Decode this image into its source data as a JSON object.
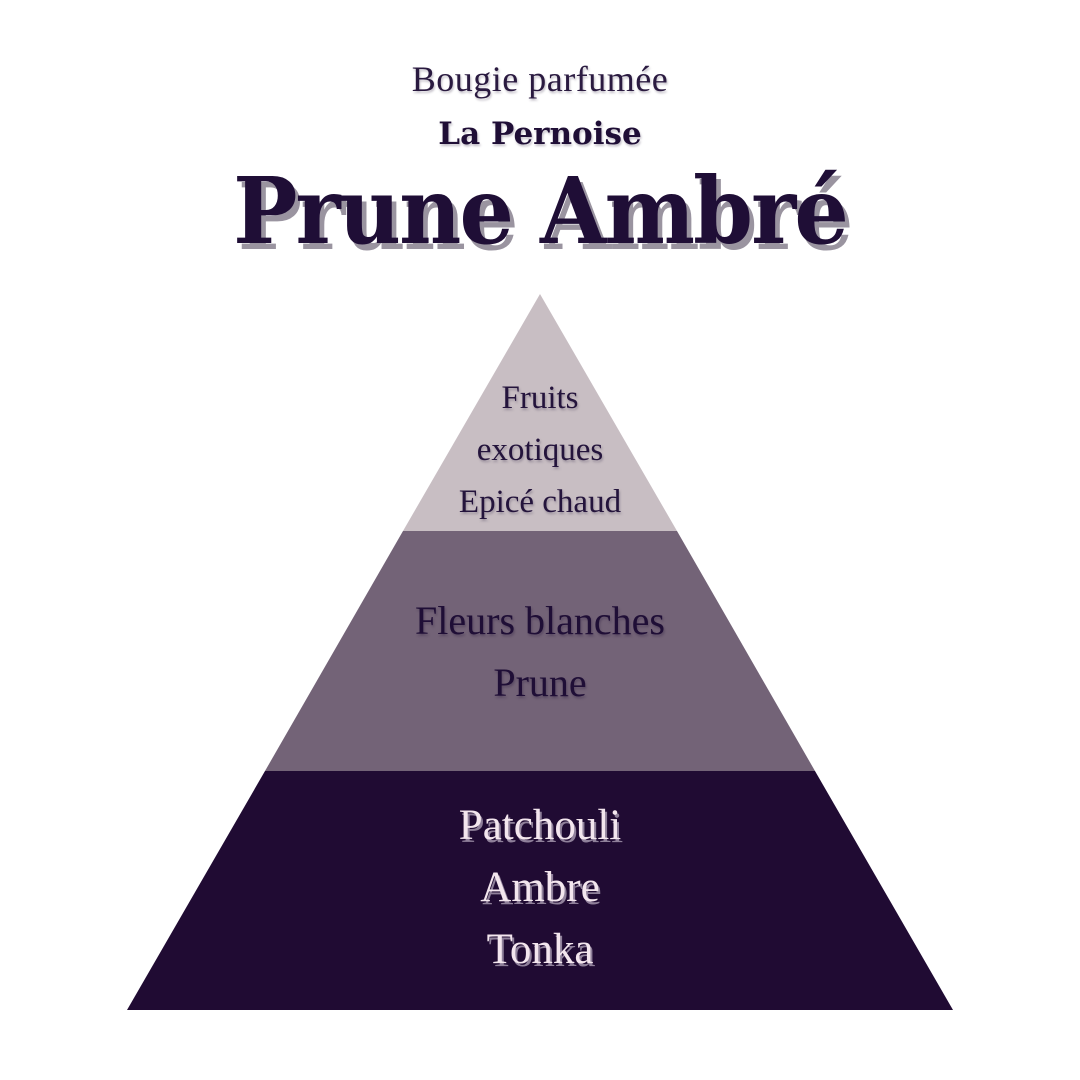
{
  "header": {
    "subtitle": "Bougie parfumée",
    "brand": "La Pernoise",
    "title": "Prune Ambré"
  },
  "pyramid": {
    "colors": {
      "top": "#c8bec3",
      "middle": "#736377",
      "bottom": "#200b33",
      "text_dark": "#1f0e36",
      "text_light": "#f3e6ee"
    },
    "tiers": [
      {
        "name": "top",
        "notes": [
          "Fruits",
          "exotiques",
          "Epicé chaud"
        ]
      },
      {
        "name": "middle",
        "notes": [
          "Fleurs blanches",
          "Prune"
        ]
      },
      {
        "name": "bottom",
        "notes": [
          "Patchouli",
          "Ambre",
          "Tonka"
        ]
      }
    ]
  }
}
